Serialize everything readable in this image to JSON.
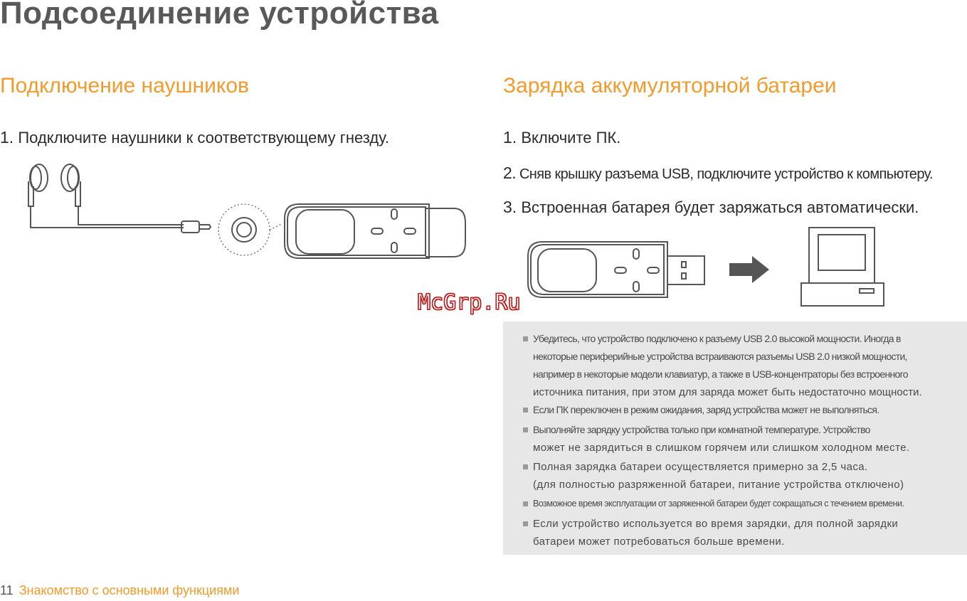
{
  "page": {
    "title": "Подсоединение устройства"
  },
  "headphones": {
    "title": "Подключение наушников",
    "step1_num": "1.",
    "step1_text": "Подключите наушники к соответствующему гнезду."
  },
  "charging": {
    "title": "Зарядка аккумуляторной батареи",
    "steps": [
      {
        "num": "1.",
        "text": "Включите ПК."
      },
      {
        "num": "2.",
        "text": "Сняв крышку разъема USB, подключите устройство к компьютеру."
      },
      {
        "num": "3.",
        "text": "Встроенная батарея будет заряжаться автоматически."
      }
    ]
  },
  "notes": [
    {
      "lines": [
        "Убедитесь, что устройство подключено к разъему USB 2.0 высокой мощности. Иногда в",
        "некоторые периферийные устройства встраиваются разъемы USB 2.0 низкой мощности,",
        "например в некоторые модели клавиатур, а также в USB-концентраторы без встроенного",
        "источника питания, при этом для заряда может быть недостаточно мощности."
      ]
    },
    {
      "lines": [
        "Если ПК переключен в режим ожидания, заряд устройства может не выполняться."
      ]
    },
    {
      "lines": [
        "Выполняйте зарядку устройства только при комнатной температуре. Устройство",
        "может не зарядиться в слишком горячем или слишком холодном месте."
      ]
    },
    {
      "lines": [
        "Полная зарядка батареи осуществляется примерно за 2,5 часа.",
        "(для полностью разряженной батареи, питание устройства отключено)"
      ]
    },
    {
      "lines": [
        "Возможное время эксплуатации от заряженной батареи будет сокращаться с течением времени."
      ]
    },
    {
      "lines": [
        "Если устройство используется во время зарядки, для полной зарядки",
        "батареи может потребоваться больше времени."
      ]
    }
  ],
  "footer": {
    "page_number": "11",
    "section": "Знакомство с основными функциями"
  },
  "watermark": "McGrp.Ru",
  "colors": {
    "accent": "#f39a2c",
    "notes_bg": "#e7e7e7",
    "drawing_stroke": "#555555"
  },
  "icons": [
    "earphones-icon",
    "jack-plug-icon",
    "headphone-socket-icon",
    "mp3-player-icon",
    "usb-player-icon",
    "arrow-right-icon",
    "computer-icon"
  ]
}
